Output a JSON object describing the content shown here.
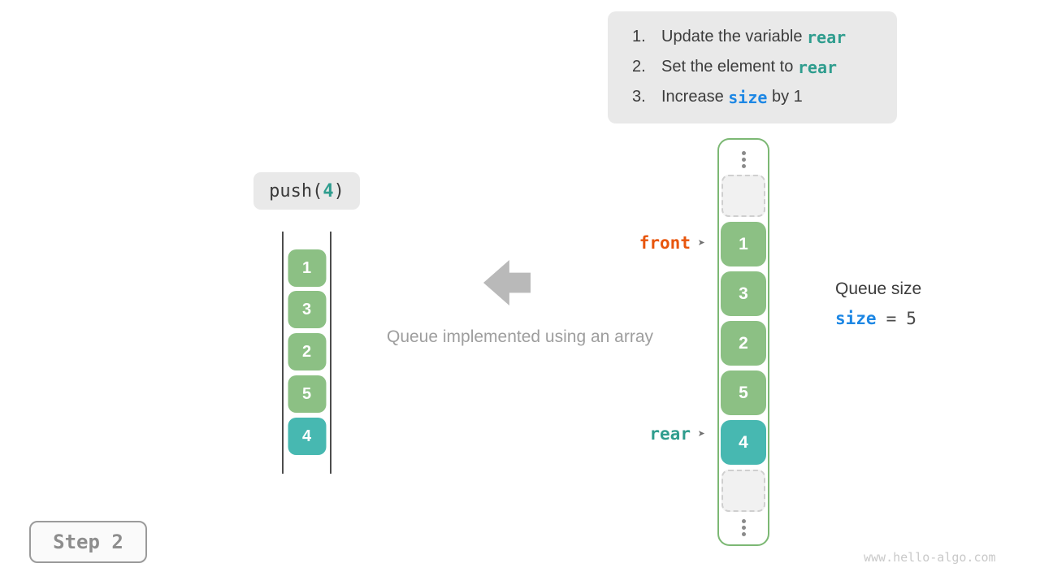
{
  "instructions": {
    "items": [
      {
        "num": "1.",
        "pre": "Update the variable ",
        "code": "rear",
        "post": ""
      },
      {
        "num": "2.",
        "pre": "Set the element to ",
        "code": "rear",
        "post": ""
      },
      {
        "num": "3.",
        "pre": "Increase ",
        "code": "size",
        "post": " by 1"
      }
    ]
  },
  "push_label": {
    "pre": "push(",
    "arg": "4",
    "post": ")"
  },
  "left_stack": {
    "items": [
      "1",
      "3",
      "2",
      "5",
      "4"
    ]
  },
  "caption": "Queue implemented using an array",
  "right_array": {
    "cells": [
      "1",
      "3",
      "2",
      "5",
      "4"
    ]
  },
  "pointers": {
    "front": {
      "label": "front",
      "arrow": "➤"
    },
    "rear": {
      "label": "rear",
      "arrow": "➤"
    }
  },
  "queue_size": {
    "title": "Queue size",
    "var": "size",
    "equals": "=",
    "value": "5"
  },
  "step_badge": "Step 2",
  "watermark": "www.hello-algo.com",
  "colors": {
    "accent_teal": "#2f9d8e",
    "accent_blue": "#1d87e4",
    "accent_orange": "#e8550c",
    "cell_green": "#8cc084",
    "cell_teal": "#47b8b1",
    "array_border_green": "#7cb874",
    "panel_gray": "#e9e9e9"
  }
}
